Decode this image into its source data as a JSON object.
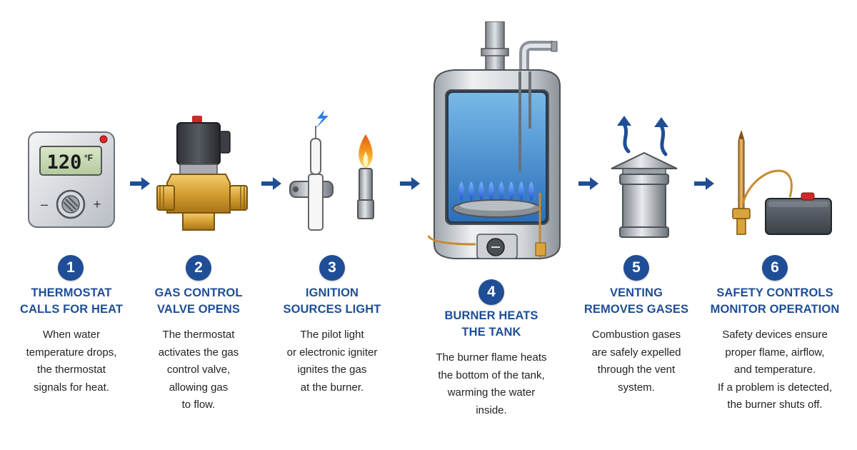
{
  "colors": {
    "accent": "#1f4e96",
    "text": "#222222",
    "flame": "#3c7ce6",
    "water": "#5aa7e0",
    "brass": "#d9a43a"
  },
  "thermostat": {
    "display": "120",
    "unit": "°F",
    "minus": "–",
    "plus": "+"
  },
  "steps": [
    {
      "number": "1",
      "title": [
        "THERMOSTAT",
        "CALLS FOR HEAT"
      ],
      "description": [
        "When water",
        "temperature drops,",
        "the thermostat",
        "signals for heat."
      ]
    },
    {
      "number": "2",
      "title": [
        "GAS CONTROL",
        "VALVE OPENS"
      ],
      "description": [
        "The thermostat",
        "activates the gas",
        "control valve,",
        "allowing gas",
        "to flow."
      ]
    },
    {
      "number": "3",
      "title": [
        "IGNITION",
        "SOURCES LIGHT"
      ],
      "description": [
        "The pilot light",
        "or electronic igniter",
        "ignites the gas",
        "at the burner."
      ]
    },
    {
      "number": "4",
      "title": [
        "BURNER HEATS",
        "THE TANK"
      ],
      "description": [
        "The burner flame heats",
        "the bottom of the tank,",
        "warming the water",
        "inside."
      ]
    },
    {
      "number": "5",
      "title": [
        "VENTING",
        "REMOVES GASES"
      ],
      "description": [
        "Combustion gases",
        "are safely expelled",
        "through the vent",
        "system."
      ]
    },
    {
      "number": "6",
      "title": [
        "SAFETY CONTROLS",
        "MONITOR OPERATION"
      ],
      "description": [
        "Safety devices ensure",
        "proper flame, airflow,",
        "and temperature.",
        "If a problem is detected,",
        "the burner shuts off."
      ]
    }
  ]
}
